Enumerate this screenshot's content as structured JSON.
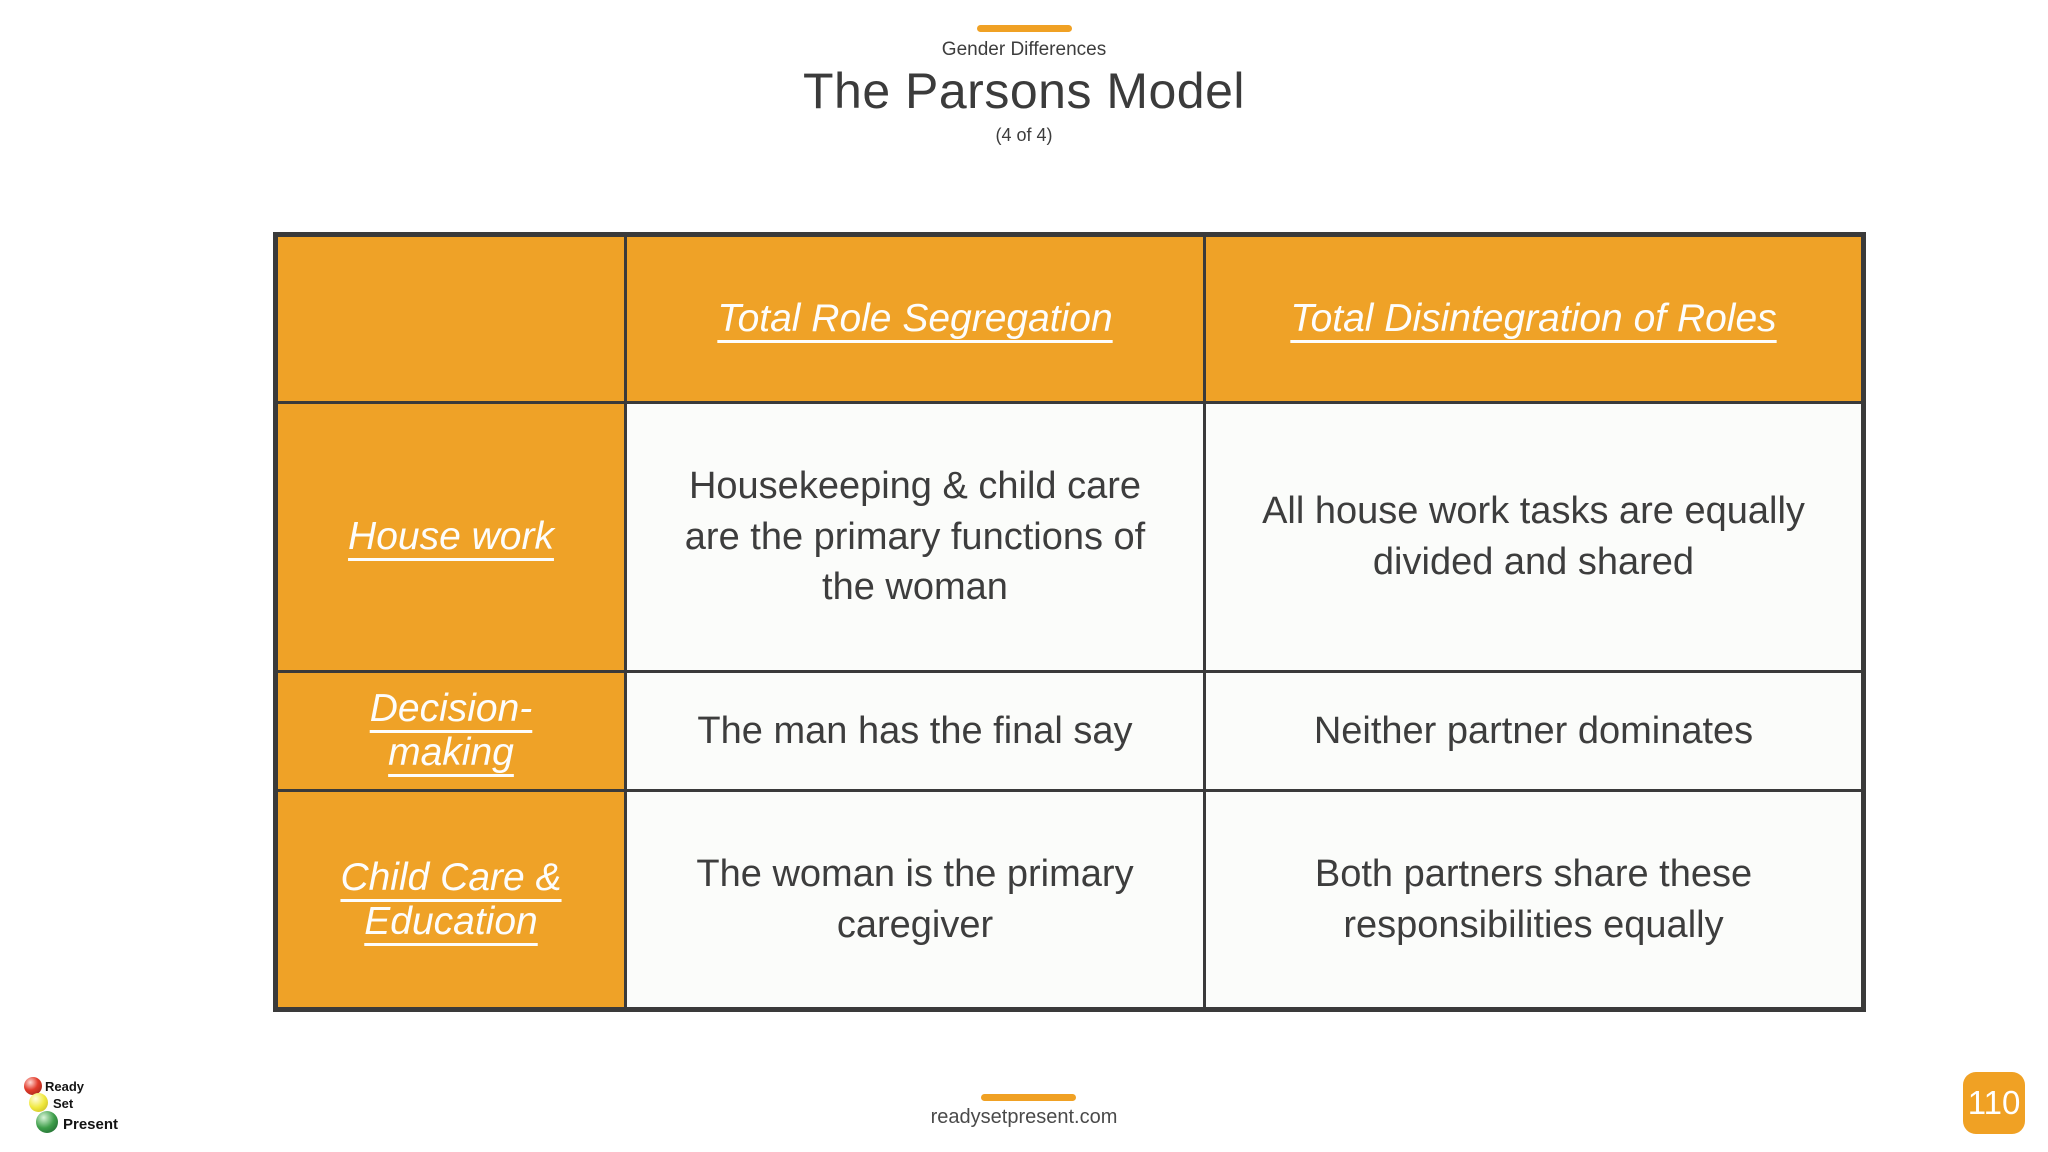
{
  "slide": {
    "eyebrow": "Gender Differences",
    "title": "The Parsons Model",
    "subtitle": "(4 of 4)"
  },
  "table": {
    "corner_label": "",
    "column_headers": [
      "Total Role Segregation",
      "Total Disintegration of Roles"
    ],
    "rows": [
      {
        "label": "House work",
        "segregation": "Housekeeping & child care\nare the primary functions of\nthe woman",
        "disintegration": "All house work tasks are equally\ndivided and shared"
      },
      {
        "label": "Decision-\nmaking",
        "segregation": "The man has the final say",
        "disintegration": "Neither partner dominates"
      },
      {
        "label": "Child Care &\nEducation",
        "segregation": "The woman is the primary\ncaregiver",
        "disintegration": "Both partners share these\nresponsibilities equally"
      }
    ]
  },
  "logo": {
    "words": [
      "Ready",
      "Set",
      "Present"
    ],
    "dot_colors": [
      "#E23B2B",
      "#F0E93F",
      "#3E9E4A"
    ]
  },
  "footer": {
    "website": "readysetpresent.com",
    "page_number": "110"
  },
  "colors": {
    "accent_orange": "#F0A124",
    "table_orange": "#EFA227",
    "table_border": "#3A3A3A",
    "text_dark": "#3D3D3D",
    "cell_background": "#FBFCFA"
  }
}
